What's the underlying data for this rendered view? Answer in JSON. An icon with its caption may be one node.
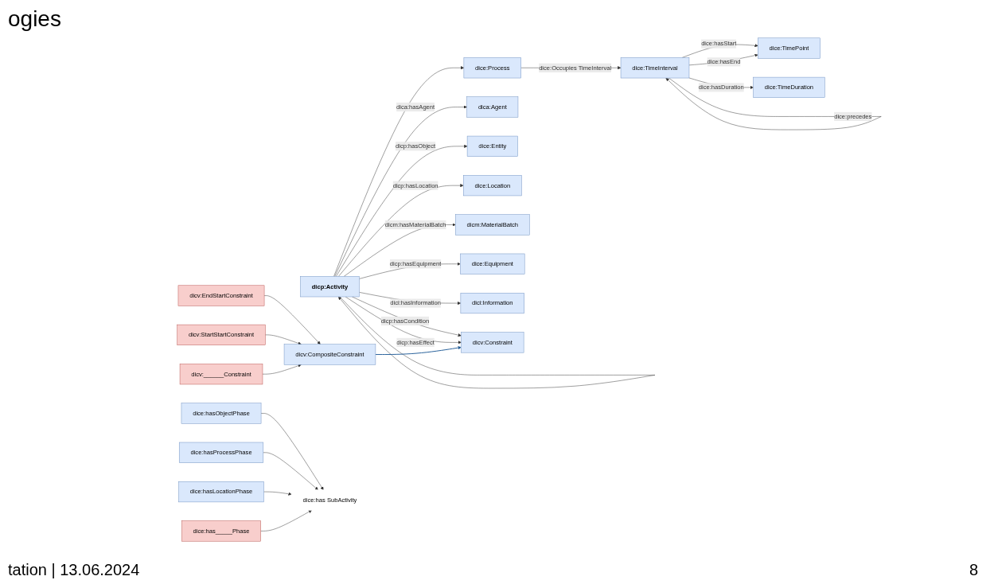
{
  "diagram": {
    "nodes": [
      {
        "text": [
          "dice:hasObjectPhase"
        ]
      },
      {
        "text": [
          "dice:hasProcessPhase"
        ]
      },
      {
        "text": [
          "dice:hasLocationPhase"
        ]
      },
      {
        "text": [
          "dice:has_____Phase"
        ]
      },
      {
        "text": [
          "dice:Process"
        ]
      },
      {
        "text": [
          "dice:TimeInterval"
        ]
      },
      {
        "text": [
          "dice:TimePoint"
        ]
      },
      {
        "text": [
          "dice:TimeDuration"
        ]
      },
      {
        "text": [
          "dica:Agent"
        ]
      },
      {
        "text": [
          "dice:Entity"
        ]
      },
      {
        "text": [
          "dice:Location"
        ]
      },
      {
        "text": [
          "dicp:Activity"
        ]
      },
      {
        "text": [
          "dicm:MaterialBatch"
        ]
      },
      {
        "text": [
          "dice:Equipment"
        ]
      },
      {
        "text": [
          "dici:Information"
        ]
      },
      {
        "text": [
          "dicv:Constraint"
        ]
      },
      {
        "text": [
          "dicv:CompositeConstraint"
        ]
      },
      {
        "text": [
          "dicv:EndStartConstraint"
        ]
      },
      {
        "text": [
          "dicv:StartStartConstraint"
        ]
      },
      {
        "text": [
          "dicv:______Constraint"
        ]
      },
      {
        "text": [
          "dice:has SubActivity"
        ]
      }
    ],
    "edges": [
      {
        "from": 0,
        "to": 20,
        "arrow": "to"
      },
      {
        "from": 1,
        "to": 20,
        "arrow": "to"
      },
      {
        "from": 2,
        "to": 20,
        "arrow": "to"
      },
      {
        "from": 3,
        "to": 20,
        "arrow": "to"
      },
      {
        "from": 11,
        "to": 4,
        "arrow": "to"
      },
      {
        "from": 4,
        "to": 5,
        "label": "dice:Occupies TimeInterval",
        "arrow": "to"
      },
      {
        "from": 5,
        "to": 5,
        "label": "dice:precedes",
        "arrow": "to"
      },
      {
        "from": 5,
        "to": 6,
        "label": "dice:hasStart",
        "arrow": "to"
      },
      {
        "from": 5,
        "to": 6,
        "label": "dice:hasEnd",
        "arrow": "to"
      },
      {
        "from": 5,
        "to": 7,
        "label": "dice:hasDuration",
        "arrow": "to"
      },
      {
        "from": 11,
        "to": 11,
        "arrow": "to"
      },
      {
        "from": 11,
        "to": 8,
        "label": "dica:hasAgent",
        "arrow": "to"
      },
      {
        "from": 11,
        "to": 9,
        "label": "dicp:hasObject",
        "arrow": "to"
      },
      {
        "from": 11,
        "to": 10,
        "label": "dicp:hasLocation",
        "arrow": "to"
      },
      {
        "from": 11,
        "to": 15,
        "label": "dicp:hasCondition",
        "arrow": "to"
      },
      {
        "from": 11,
        "to": 15,
        "label": "dicp:hasEffect",
        "arrow": "to"
      },
      {
        "from": 11,
        "to": 12,
        "label": "dicm:hasMaterialBatch",
        "arrow": "to"
      },
      {
        "from": 11,
        "to": 13,
        "label": "dicp:hasEquipment",
        "arrow": "to"
      },
      {
        "from": 11,
        "to": 14,
        "label": "dici:hasInformation",
        "arrow": "to"
      },
      {
        "from": 16,
        "to": 15,
        "arrow": "to",
        "color": "#1f5a96"
      },
      {
        "from": 17,
        "to": 16,
        "arrow": "to"
      },
      {
        "from": 18,
        "to": 16,
        "arrow": "to"
      },
      {
        "from": 19,
        "to": 16,
        "arrow": "to"
      }
    ],
    "labels": [
      "ogies",
      "tation | 13.06.2024",
      "8"
    ]
  }
}
